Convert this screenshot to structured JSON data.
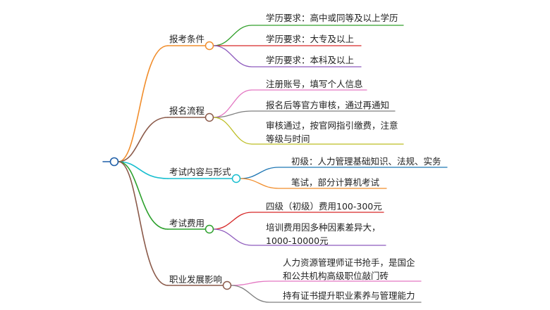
{
  "root": {
    "label": ""
  },
  "branches": [
    {
      "label": "报考条件",
      "color": "#f18d2b",
      "children": [
        {
          "label": "学历要求：高中或同等及以上学历",
          "color": "#33a02c"
        },
        {
          "label": "学历要求：大专及以上",
          "color": "#d62828"
        },
        {
          "label": "学历要求：本科及以上",
          "color": "#8e5bbd"
        }
      ]
    },
    {
      "label": "报名流程",
      "color": "#8b5a4a",
      "children": [
        {
          "label": "注册账号，填写个人信息",
          "color": "#e377c2"
        },
        {
          "label": "报名后等官方审核，通过再通知",
          "color": "#7f7f7f"
        },
        {
          "label": "审核通过，按官网指引缴费，注意等级与时间",
          "color": "#bcbd22"
        }
      ]
    },
    {
      "label": "考试内容与形式",
      "color": "#17becf",
      "children": [
        {
          "label": "初级：人力管理基础知识、法规、实务",
          "color": "#1f77b4"
        },
        {
          "label": "笔试，部分计算机考试",
          "color": "#f18d2b"
        }
      ]
    },
    {
      "label": "考试费用",
      "color": "#2ca02c",
      "children": [
        {
          "label": "四级（初级）费用100-300元",
          "color": "#d62828"
        },
        {
          "label": "培训费用因多种因素差异大，1000-10000元",
          "color": "#8e5bbd"
        }
      ]
    },
    {
      "label": "职业发展影响",
      "color": "#8b5a4a",
      "children": [
        {
          "label": "人力资源管理师证书抢手，是国企和公共机构高级职位敲门砖",
          "color": "#e377c2"
        },
        {
          "label": "持有证书提升职业素养与管理能力",
          "color": "#7f7f7f"
        }
      ]
    }
  ]
}
